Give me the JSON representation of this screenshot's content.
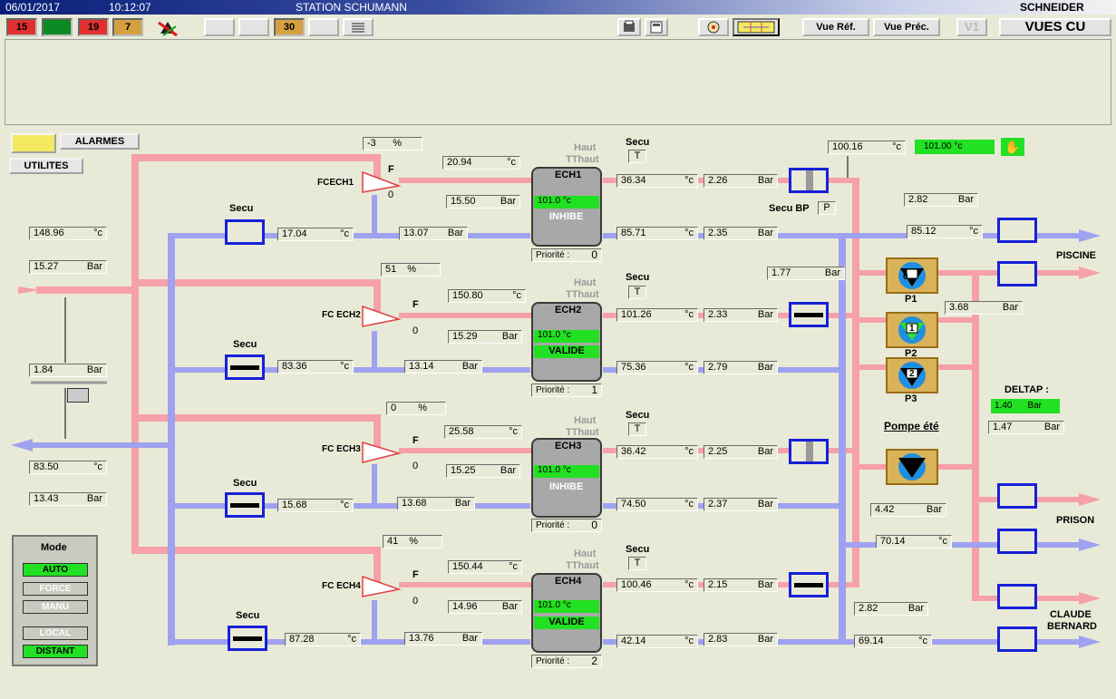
{
  "header": {
    "date": "06/01/2017",
    "time": "10:12:07",
    "station": "STATION SCHUMANN",
    "operator": "SCHNEIDER"
  },
  "toolbar": {
    "counters": [
      "15",
      "",
      "19",
      "7"
    ],
    "counter_30": "30",
    "vue_ref": "Vue Réf.",
    "vue_prec": "Vue Préc.",
    "v1": "V1",
    "vues_cu": "VUES CU"
  },
  "left": {
    "alarmes": "ALARMES",
    "utilites": "UTILITES",
    "temp_in": "148.96",
    "press_in": "15.27",
    "press_mid": "1.84",
    "temp_out": "83.50",
    "press_out": "13.43"
  },
  "units": {
    "c": "°c",
    "bar": "Bar",
    "pct": "%"
  },
  "mode": {
    "title": "Mode",
    "auto": "AUTO",
    "force": "FORCE",
    "manu": "MANU",
    "local": "LOCAL",
    "distant": "DISTANT"
  },
  "labels": {
    "secu": "Secu",
    "haut": "Haut",
    "tthaut": "TThaut",
    "t": "T",
    "f": "F",
    "o": "0",
    "priorite": "Priorité :",
    "secubp": "Secu BP",
    "p": "P"
  },
  "exchangers": [
    {
      "name": "ECH1",
      "fc": "FCECH1",
      "pct": "-3",
      "sec_t": "20.94",
      "sec_p": "15.50",
      "setp": "101.0  °c",
      "state": "INHIBE",
      "prio": "0",
      "out_t": "36.34",
      "out_p": "2.26",
      "ret_t": "85.71",
      "ret_p": "2.35",
      "sec_in_t": "17.04",
      "sec_in_p": "13.07"
    },
    {
      "name": "ECH2",
      "fc": "FC ECH2",
      "pct": "51",
      "sec_t": "150.80",
      "sec_p": "15.29",
      "setp": "101.0  °c",
      "state": "VALIDE",
      "prio": "1",
      "out_t": "101.26",
      "out_p": "2.33",
      "ret_t": "75.36",
      "ret_p": "2.79",
      "sec_in_t": "83.36",
      "sec_in_p": "13.14"
    },
    {
      "name": "ECH3",
      "fc": "FC ECH3",
      "pct": "0",
      "sec_t": "25.58",
      "sec_p": "15.25",
      "setp": "101.0  °c",
      "state": "INHIBE",
      "prio": "0",
      "out_t": "36.42",
      "out_p": "2.25",
      "ret_t": "74.50",
      "ret_p": "2.37",
      "sec_in_t": "15.68",
      "sec_in_p": "13.68"
    },
    {
      "name": "ECH4",
      "fc": "FC ECH4",
      "pct": "41",
      "sec_t": "150.44",
      "sec_p": "14.96",
      "setp": "101.0  °c",
      "state": "VALIDE",
      "prio": "2",
      "out_t": "100.46",
      "out_p": "2.15",
      "ret_t": "42.14",
      "ret_p": "2.83",
      "sec_in_t": "87.28",
      "sec_in_p": "13.76"
    }
  ],
  "right": {
    "temp_top": "100.16",
    "temp_set": "101.00  °c",
    "p_282a": "2.82",
    "t_8512": "85.12",
    "p_177": "1.77",
    "p_368": "3.68",
    "p_442": "4.42",
    "t_7014": "70.14",
    "p_282b": "2.82",
    "t_6914": "69.14",
    "deltap": "DELTAP :",
    "deltap_v1": "1.40",
    "deltap_v2": "1.47",
    "pompe_ete": "Pompe été",
    "piscine": "PISCINE",
    "prison": "PRISON",
    "claude": "CLAUDE",
    "bernard": "BERNARD",
    "pumps": [
      {
        "label": "P1",
        "num": "0"
      },
      {
        "label": "P2",
        "num": "1"
      },
      {
        "label": "P3",
        "num": "2"
      }
    ]
  },
  "colors": {
    "hot": "#f6a0a8",
    "cold": "#9ea2f0",
    "green": "#22e022",
    "valve": "#1620d8"
  }
}
